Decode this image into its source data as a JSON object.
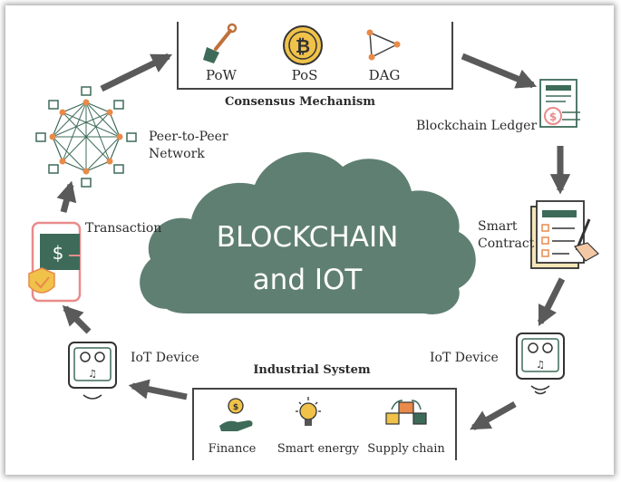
{
  "title": {
    "line1": "BLOCKCHAIN",
    "line2": "and IOT"
  },
  "consensus": {
    "heading": "Consensus Mechanism",
    "items": [
      "PoW",
      "PoS",
      "DAG"
    ]
  },
  "ledger_label": "Blockchain Ledger",
  "smart_contract_label": {
    "line1": "Smart",
    "line2": "Contract"
  },
  "iot_device_right_label": "IoT Device",
  "industrial": {
    "heading": "Industrial System",
    "items": [
      "Finance",
      "Smart energy",
      "Supply chain"
    ]
  },
  "iot_device_left_label": "IoT Device",
  "transaction_label": "Transaction",
  "p2p_label": {
    "line1": "Peer-to-Peer",
    "line2": "Network"
  },
  "colors": {
    "cloud": "#5f7f72",
    "arrow": "#5a5a5a",
    "icon_green": "#3e6b59",
    "icon_orange": "#e88a4a",
    "icon_yellow": "#f0c24a",
    "icon_pink": "#e98b8b"
  }
}
